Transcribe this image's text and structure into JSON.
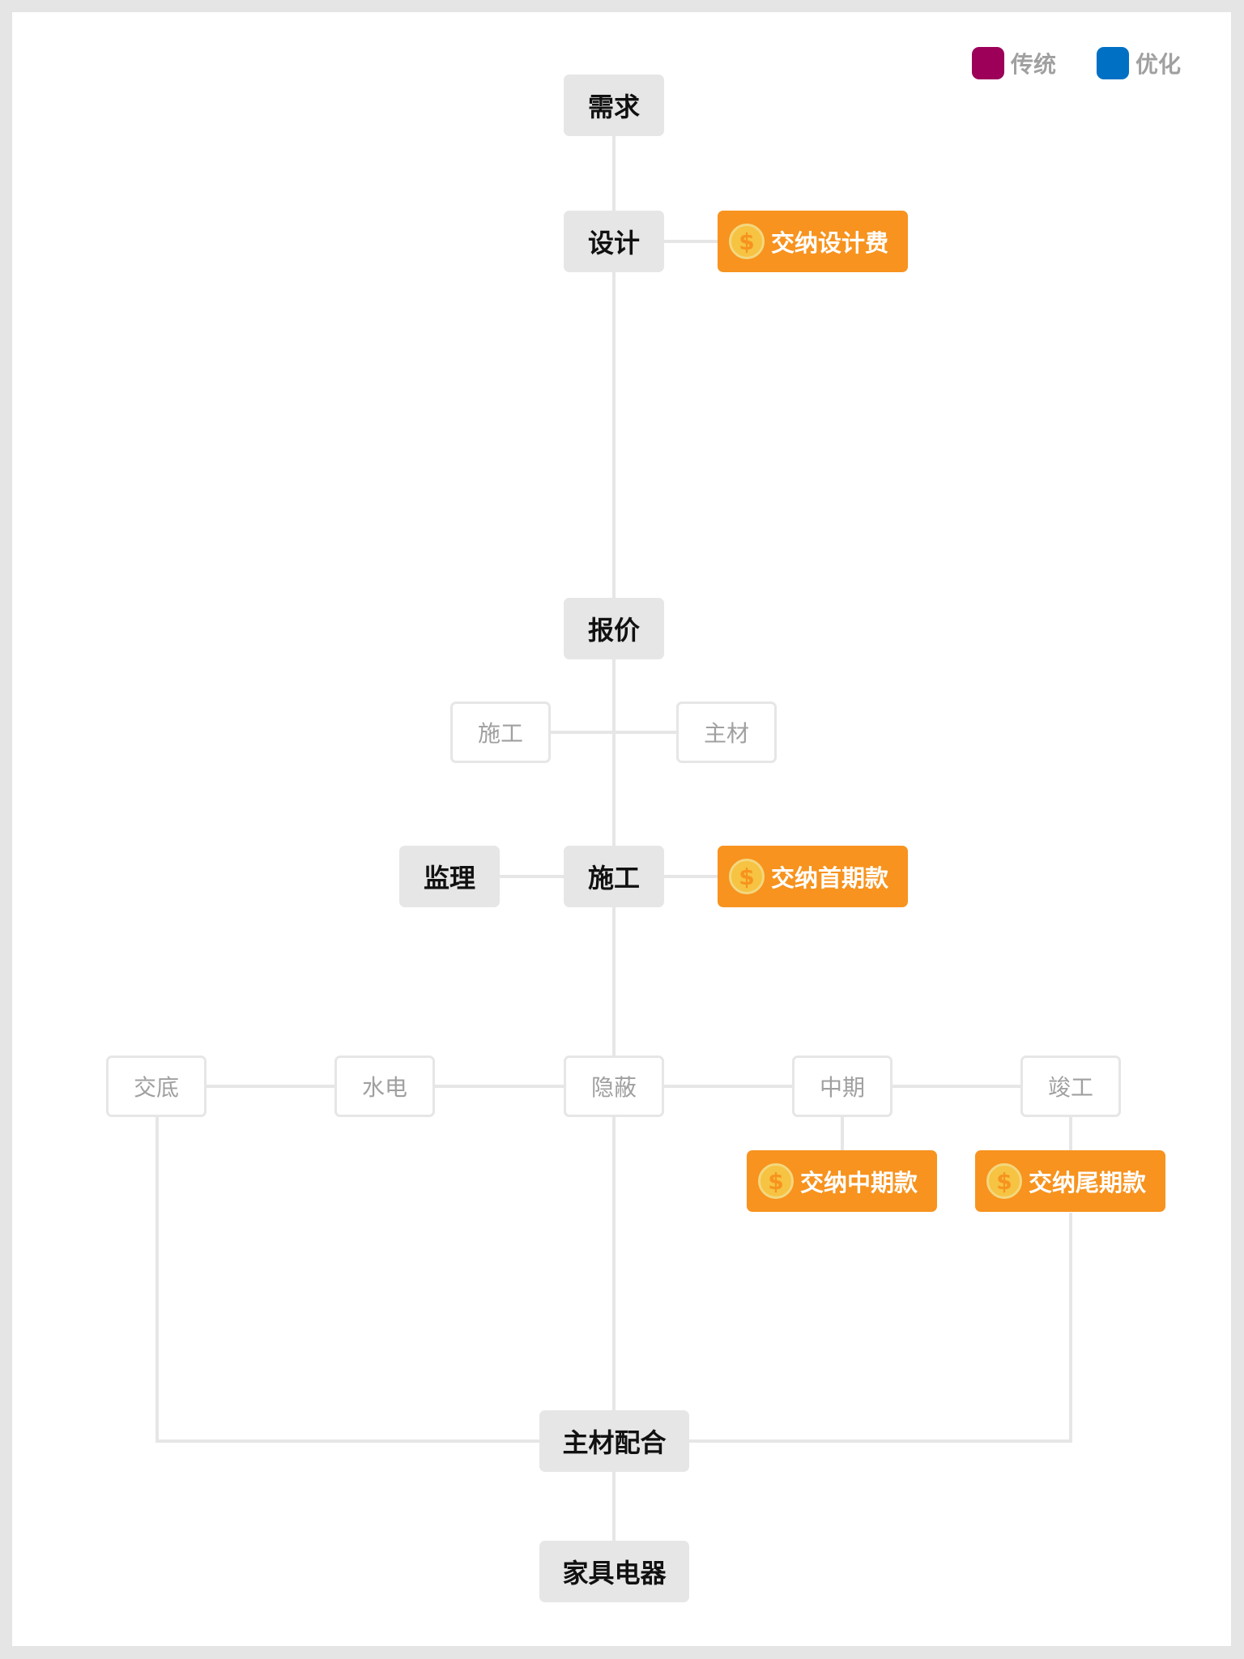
{
  "legend": [
    {
      "label": "传统",
      "color": "#9c0059"
    },
    {
      "label": "优化",
      "color": "#0070c4"
    }
  ],
  "main_nodes": {
    "demand": "需求",
    "design": "设计",
    "quote": "报价",
    "construction": "施工",
    "supervision": "监理",
    "main_material_coordination": "主材配合",
    "furniture_appliances": "家具电器"
  },
  "quote_branches": {
    "construction": "施工",
    "main_material": "主材"
  },
  "stages": {
    "handover": "交底",
    "plumbing_electric": "水电",
    "concealed": "隐蔽",
    "midterm": "中期",
    "completion": "竣工"
  },
  "payments": {
    "design_fee": "交纳设计费",
    "first_payment": "交纳首期款",
    "mid_payment": "交纳中期款",
    "final_payment": "交纳尾期款"
  },
  "icons": {
    "coin": "$"
  },
  "colors": {
    "main_node_bg": "#e6e6e6",
    "payment_bg": "#f7931e",
    "coin": "#f6c342",
    "connector": "#e6e6e6",
    "muted_text": "#a0a0a0"
  }
}
